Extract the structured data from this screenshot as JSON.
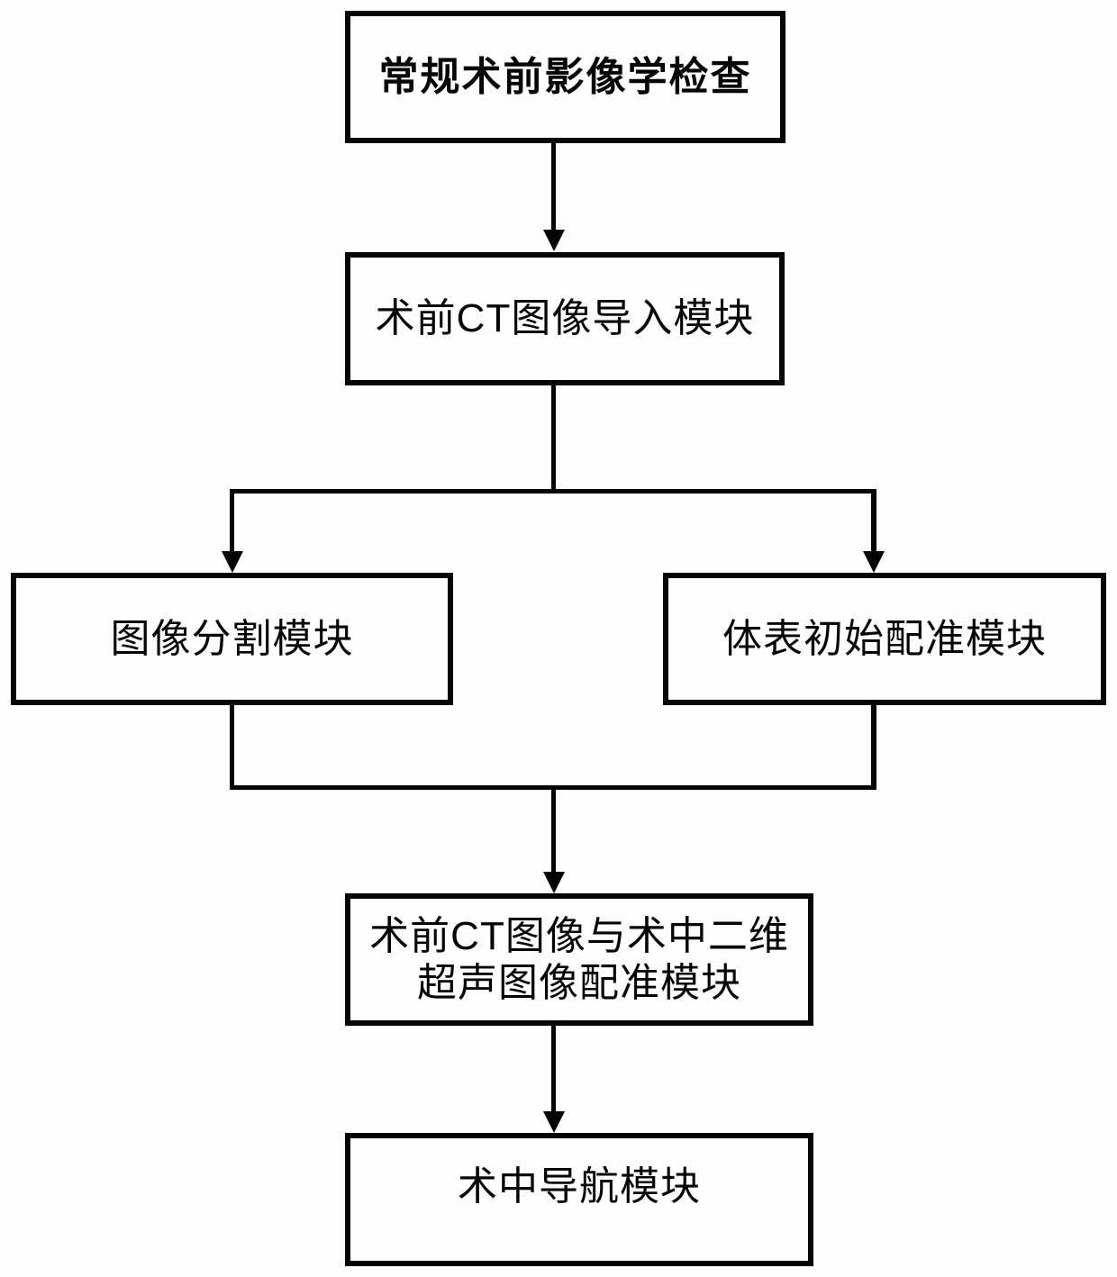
{
  "diagram": {
    "type": "flowchart",
    "background_color": "#ffffff",
    "line_color": "#000000",
    "nodes": {
      "preop_imaging": {
        "label": "常规术前影像学检查"
      },
      "ct_import": {
        "label": "术前CT图像导入模块"
      },
      "segmentation": {
        "label": "图像分割模块"
      },
      "surface_registration": {
        "label": "体表初始配准模块"
      },
      "ct_us_registration": {
        "label": "术前CT图像与术中二维超声图像配准模块",
        "line1": "术前CT图像与术中二维",
        "line2": "超声图像配准模块"
      },
      "navigation": {
        "label": "术中导航模块"
      }
    },
    "edges": [
      {
        "from": "preop_imaging",
        "to": "ct_import",
        "arrow": true
      },
      {
        "from": "ct_import",
        "to": "segmentation",
        "arrow": true
      },
      {
        "from": "ct_import",
        "to": "surface_registration",
        "arrow": true
      },
      {
        "from": "segmentation",
        "to": "ct_us_registration",
        "arrow": true
      },
      {
        "from": "surface_registration",
        "to": "ct_us_registration",
        "arrow": true
      },
      {
        "from": "ct_us_registration",
        "to": "navigation",
        "arrow": true
      }
    ]
  }
}
